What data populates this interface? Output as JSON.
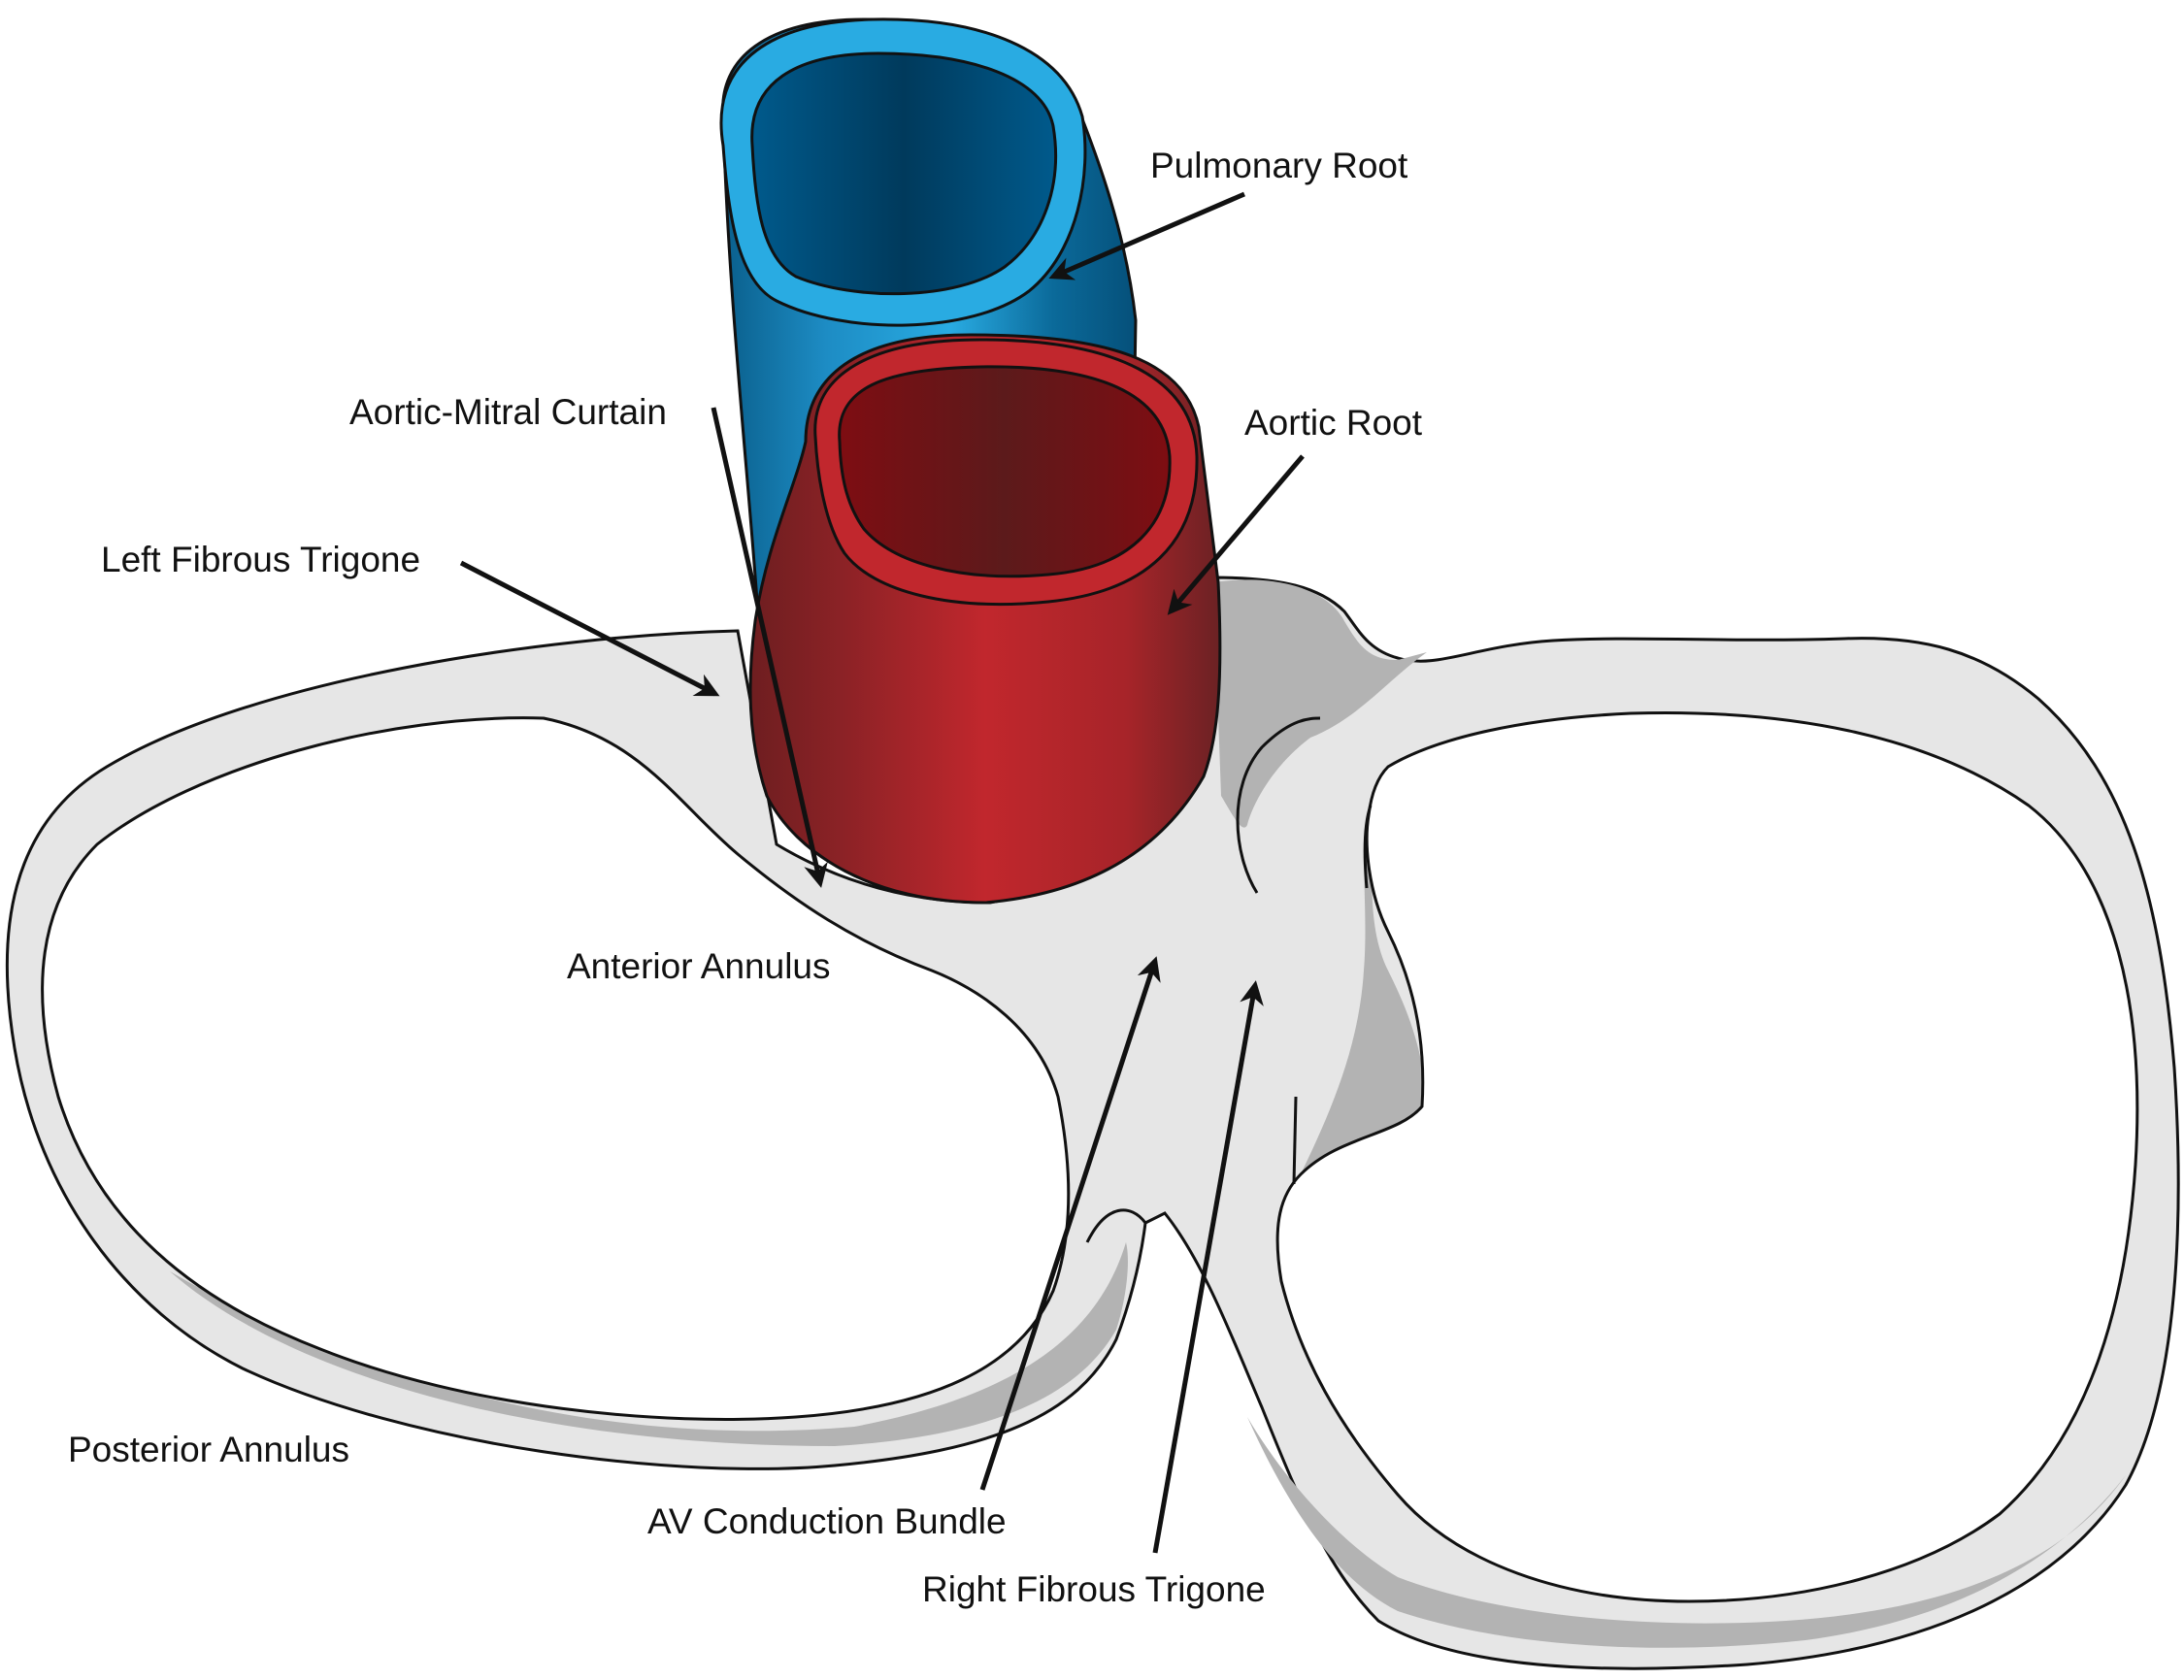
{
  "figure": {
    "subject": "Fibrous skeleton of the heart (mitral and tricuspid annuli with aortic and pulmonary roots)",
    "colors": {
      "pulmonary_light": "#29abe2",
      "pulmonary_dark": "#003a5c",
      "aortic_light": "#c1272d",
      "aortic_dark": "#5c0f12",
      "annulus_fill": "#e6e6e6",
      "annulus_shadow": "#b3b3b3"
    }
  },
  "labels": {
    "pulmonary_root": "Pulmonary Root",
    "aortic_root": "Aortic Root",
    "aortic_mitral_curtain": "Aortic-Mitral Curtain",
    "left_fibrous_trigone": "Left Fibrous Trigone",
    "anterior_annulus": "Anterior Annulus",
    "posterior_annulus": "Posterior Annulus",
    "av_conduction_bundle": "AV Conduction Bundle",
    "right_fibrous_trigone": "Right Fibrous Trigone"
  }
}
